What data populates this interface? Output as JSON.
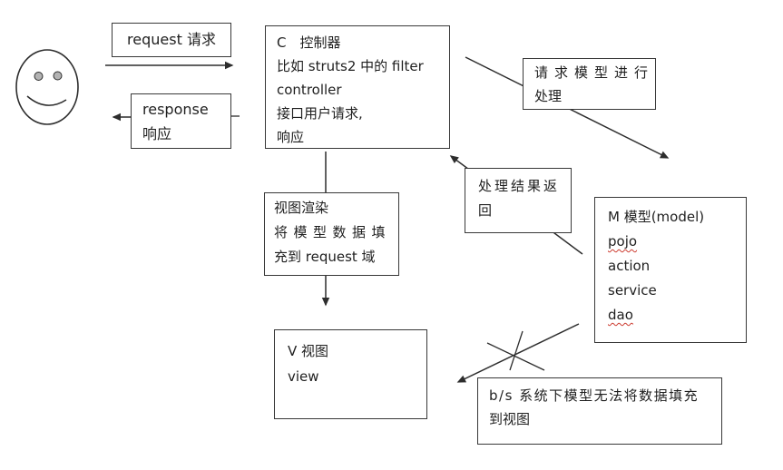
{
  "colors": {
    "background": "#ffffff",
    "line": "#2d2d2d",
    "border": "#383838",
    "text": "#1f1f1f",
    "spellcheck_underline": "#cc3b2f",
    "smiley_eye_fill": "#b3b3b3"
  },
  "icons": {
    "actor": "smiley-face-icon"
  },
  "boxes": {
    "request": {
      "lines": [
        "request 请求"
      ]
    },
    "response": {
      "lines": [
        "response",
        "响应"
      ]
    },
    "controller": {
      "lines": [
        "C　控制器",
        "比如 struts2 中的 filter",
        "controller",
        "接口用户请求,",
        "响应"
      ]
    },
    "request_model": {
      "lines": [
        "请求模型进行",
        "处理"
      ]
    },
    "result_return": {
      "lines": [
        "处理结果返",
        "回"
      ]
    },
    "model": {
      "lines": [
        "M 模型(model)",
        "pojo",
        "action",
        "service",
        "dao"
      ]
    },
    "view_render": {
      "lines": [
        "视图渲染",
        "将模型数据填",
        "充到 request 域"
      ]
    },
    "view": {
      "lines": [
        "V 视图",
        "view"
      ]
    },
    "bs_note": {
      "lines": [
        "b/s 系统下模型无法将数据填充",
        "到视图"
      ]
    }
  }
}
